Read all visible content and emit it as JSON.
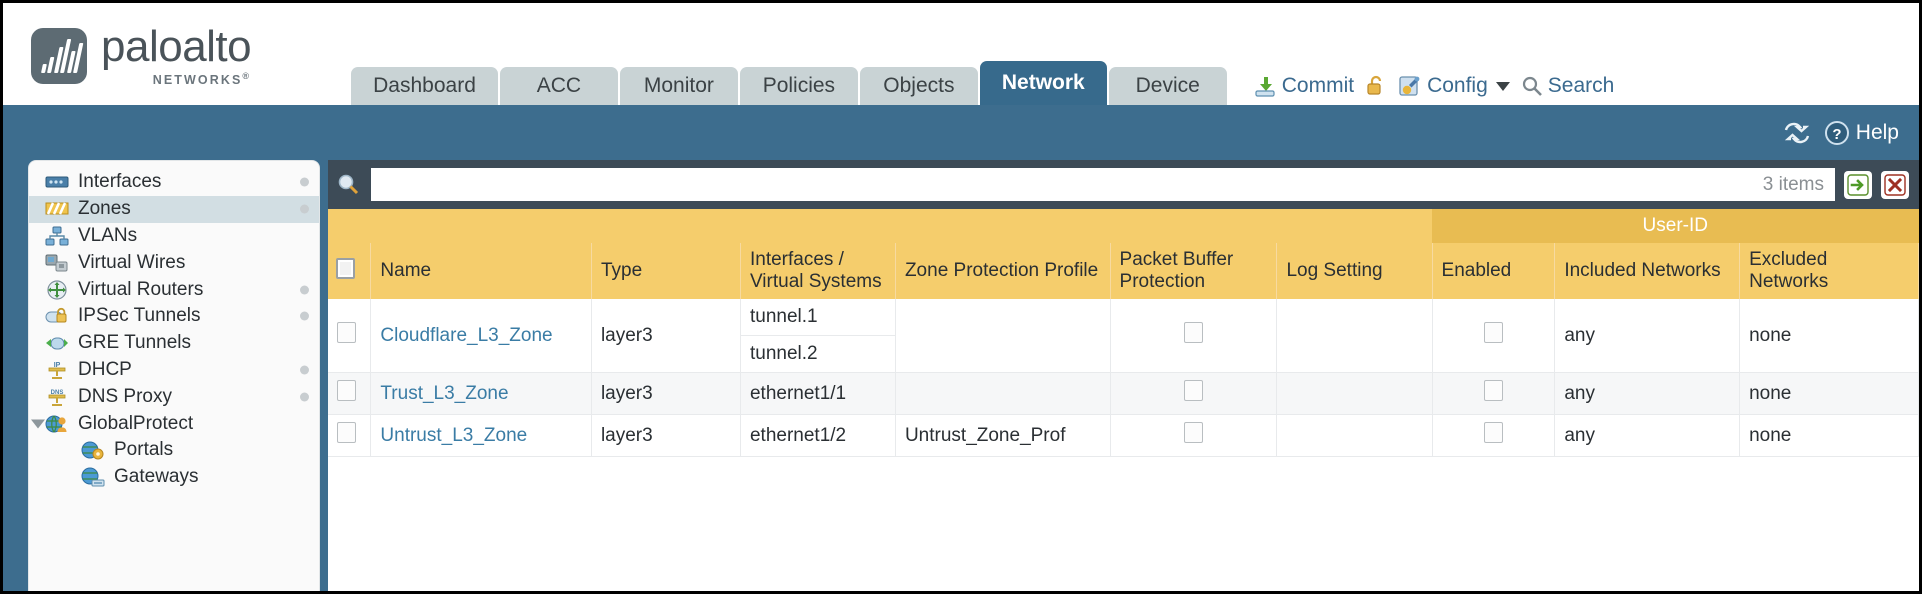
{
  "brand": {
    "name": "paloalto",
    "tagline": "NETWORKS",
    "registered": "®"
  },
  "nav": {
    "tabs": [
      {
        "label": "Dashboard",
        "active": false
      },
      {
        "label": "ACC",
        "active": false
      },
      {
        "label": "Monitor",
        "active": false
      },
      {
        "label": "Policies",
        "active": false
      },
      {
        "label": "Objects",
        "active": false
      },
      {
        "label": "Network",
        "active": true
      },
      {
        "label": "Device",
        "active": false
      }
    ]
  },
  "header_actions": {
    "commit": "Commit",
    "config": "Config",
    "search": "Search"
  },
  "bluebar": {
    "help": "Help"
  },
  "sidebar": {
    "items": [
      {
        "label": "Interfaces",
        "icon": "interfaces-icon",
        "selected": false,
        "dot": true,
        "child": false,
        "expander": false
      },
      {
        "label": "Zones",
        "icon": "zones-icon",
        "selected": true,
        "dot": true,
        "child": false,
        "expander": false
      },
      {
        "label": "VLANs",
        "icon": "vlans-icon",
        "selected": false,
        "dot": false,
        "child": false,
        "expander": false
      },
      {
        "label": "Virtual Wires",
        "icon": "virtual-wires-icon",
        "selected": false,
        "dot": false,
        "child": false,
        "expander": false
      },
      {
        "label": "Virtual Routers",
        "icon": "virtual-routers-icon",
        "selected": false,
        "dot": true,
        "child": false,
        "expander": false
      },
      {
        "label": "IPSec Tunnels",
        "icon": "ipsec-tunnels-icon",
        "selected": false,
        "dot": true,
        "child": false,
        "expander": false
      },
      {
        "label": "GRE Tunnels",
        "icon": "gre-tunnels-icon",
        "selected": false,
        "dot": false,
        "child": false,
        "expander": false
      },
      {
        "label": "DHCP",
        "icon": "dhcp-icon",
        "selected": false,
        "dot": true,
        "child": false,
        "expander": false
      },
      {
        "label": "DNS Proxy",
        "icon": "dns-proxy-icon",
        "selected": false,
        "dot": true,
        "child": false,
        "expander": false
      },
      {
        "label": "GlobalProtect",
        "icon": "globalprotect-icon",
        "selected": false,
        "dot": false,
        "child": false,
        "expander": true
      },
      {
        "label": "Portals",
        "icon": "portals-icon",
        "selected": false,
        "dot": false,
        "child": true,
        "expander": false
      },
      {
        "label": "Gateways",
        "icon": "gateways-icon",
        "selected": false,
        "dot": false,
        "child": true,
        "expander": false
      }
    ]
  },
  "search": {
    "value": "",
    "placeholder": "",
    "item_count": "3 items"
  },
  "table": {
    "group_header": "User-ID",
    "columns": [
      "Name",
      "Type",
      "Interfaces / Virtual Systems",
      "Zone Protection Profile",
      "Packet Buffer Protection",
      "Log Setting",
      "Enabled",
      "Included Networks",
      "Excluded Networks"
    ],
    "rows": [
      {
        "name": "Cloudflare_L3_Zone",
        "type": "layer3",
        "interfaces": [
          "tunnel.1",
          "tunnel.2"
        ],
        "zone_protection_profile": "",
        "packet_buffer_protection": false,
        "log_setting": "",
        "userid_enabled": false,
        "included_networks": "any",
        "excluded_networks": "none"
      },
      {
        "name": "Trust_L3_Zone",
        "type": "layer3",
        "interfaces": [
          "ethernet1/1"
        ],
        "zone_protection_profile": "",
        "packet_buffer_protection": false,
        "log_setting": "",
        "userid_enabled": false,
        "included_networks": "any",
        "excluded_networks": "none"
      },
      {
        "name": "Untrust_L3_Zone",
        "type": "layer3",
        "interfaces": [
          "ethernet1/2"
        ],
        "zone_protection_profile": "Untrust_Zone_Prof",
        "packet_buffer_protection": false,
        "log_setting": "",
        "userid_enabled": false,
        "included_networks": "any",
        "excluded_networks": "none"
      }
    ]
  },
  "colors": {
    "brand_blue": "#3d6d8e",
    "tab_active": "#376a8c",
    "tab_inactive": "#c9d3d5",
    "table_header": "#f5cd6c",
    "table_group_header": "#e8bc52",
    "link": "#3a7ca5",
    "search_bar": "#3d4b57"
  }
}
